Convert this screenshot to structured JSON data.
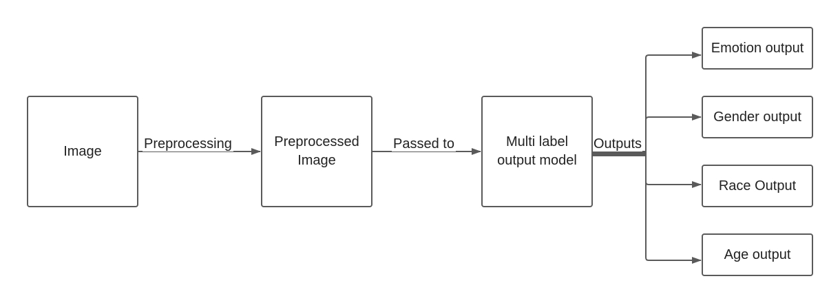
{
  "nodes": {
    "image": "Image",
    "preprocessed": "Preprocessed Image",
    "model": "Multi label output model",
    "emotion": "Emotion output",
    "gender": "Gender output",
    "race": "Race Output",
    "age": "Age output"
  },
  "edges": {
    "preprocessing": "Preprocessing",
    "passed_to": "Passed to",
    "outputs": "Outputs"
  },
  "colors": {
    "stroke": "#5a5a5a",
    "text": "#222222",
    "background": "#ffffff"
  }
}
